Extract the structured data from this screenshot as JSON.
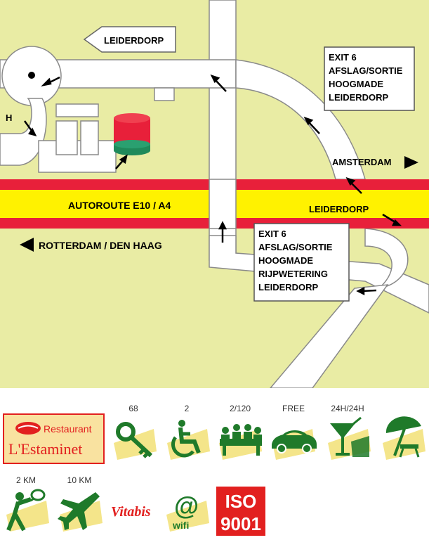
{
  "map": {
    "road_labels": {
      "highway": "AUTOROUTE E10 / A4",
      "leiderdorp_right": "LEIDERDORP",
      "amsterdam": "AMSTERDAM",
      "rotterdam": "ROTTERDAM / DEN HAAG",
      "leiderdorp_top": "LEIDERDORP",
      "hotel_marker": "H"
    },
    "sign_top": [
      "EXIT 6",
      "AFSLAG/SORTIE",
      "HOOGMADE",
      "LEIDERDORP"
    ],
    "sign_bottom": [
      "EXIT 6",
      "AFSLAG/SORTIE",
      "HOOGMADE",
      "RIJPWETERING",
      "LEIDERDORP"
    ],
    "colors": {
      "land": "#e9eca4",
      "road": "#ffffff",
      "highway_red": "#e8203a",
      "highway_yellow": "#fff200",
      "icon_green": "#1f7a2a",
      "highlight_yellow": "#f4e58a",
      "restaurant_red": "#e2201f"
    }
  },
  "facilities": {
    "counts": [
      "68",
      "2",
      "2/120",
      "FREE",
      "24H/24H"
    ],
    "distances": [
      "2 KM",
      "10 KM"
    ],
    "restaurant_word": "Restaurant",
    "restaurant_name": "L'Estaminet",
    "vitabis": "Vitabis",
    "wifi_at": "@",
    "wifi": "wifi",
    "iso_top": "ISO",
    "iso_bottom": "9001",
    "icons": [
      "key-icon",
      "wheelchair-icon",
      "meeting-room-icon",
      "car-icon",
      "bar-icon",
      "beach-umbrella-icon",
      "tennis-icon",
      "airplane-icon"
    ]
  }
}
